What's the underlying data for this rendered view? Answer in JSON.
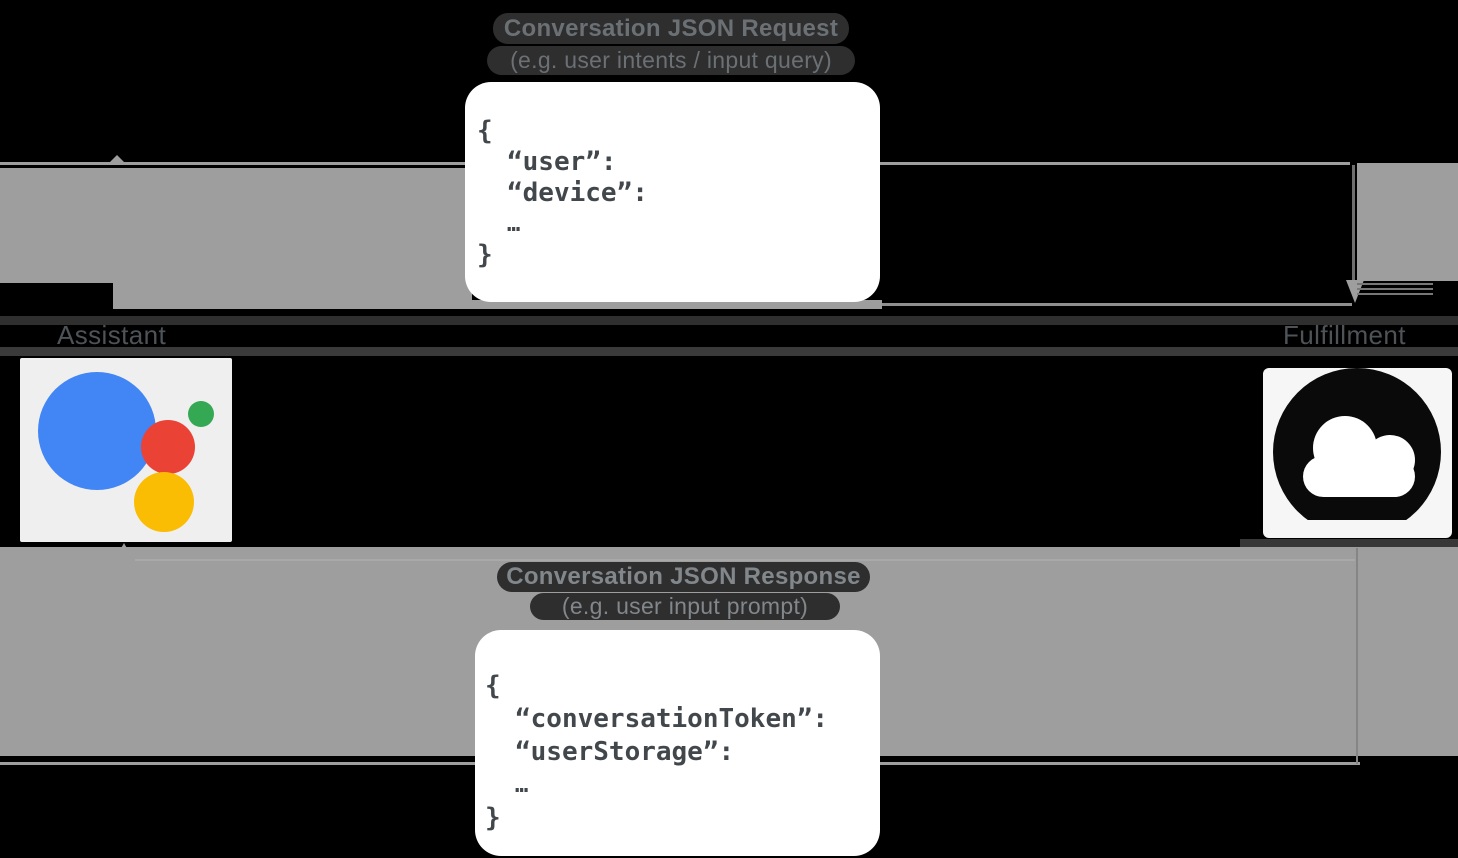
{
  "top_annotation": {
    "line1": "Conversation JSON Request",
    "line2": "(e.g. user intents / input query)"
  },
  "request_box": {
    "lines": [
      "{",
      "“user”:",
      "“device”:",
      "…",
      "}"
    ]
  },
  "bottom_annotation": {
    "line1": "Conversation JSON Response",
    "line2": "(e.g. user input prompt)"
  },
  "response_box": {
    "lines": [
      "{",
      "“conversationToken”:",
      "“userStorage”:",
      "…",
      "}"
    ]
  },
  "actors": {
    "assistant_label": "Assistant",
    "fulfillment_label": "Fulfillment"
  },
  "icons": {
    "assistant": "google-assistant-logo",
    "fulfillment": "cloud-icon"
  },
  "colors": {
    "arrow_gray": "#9e9e9e",
    "background": "#000000",
    "box_white": "#ffffff",
    "assistant_blue": "#4285F4",
    "assistant_red": "#EA4335",
    "assistant_yellow": "#FBBC04",
    "assistant_green": "#34A853",
    "cloud_icon_black": "#0a0a0a"
  }
}
